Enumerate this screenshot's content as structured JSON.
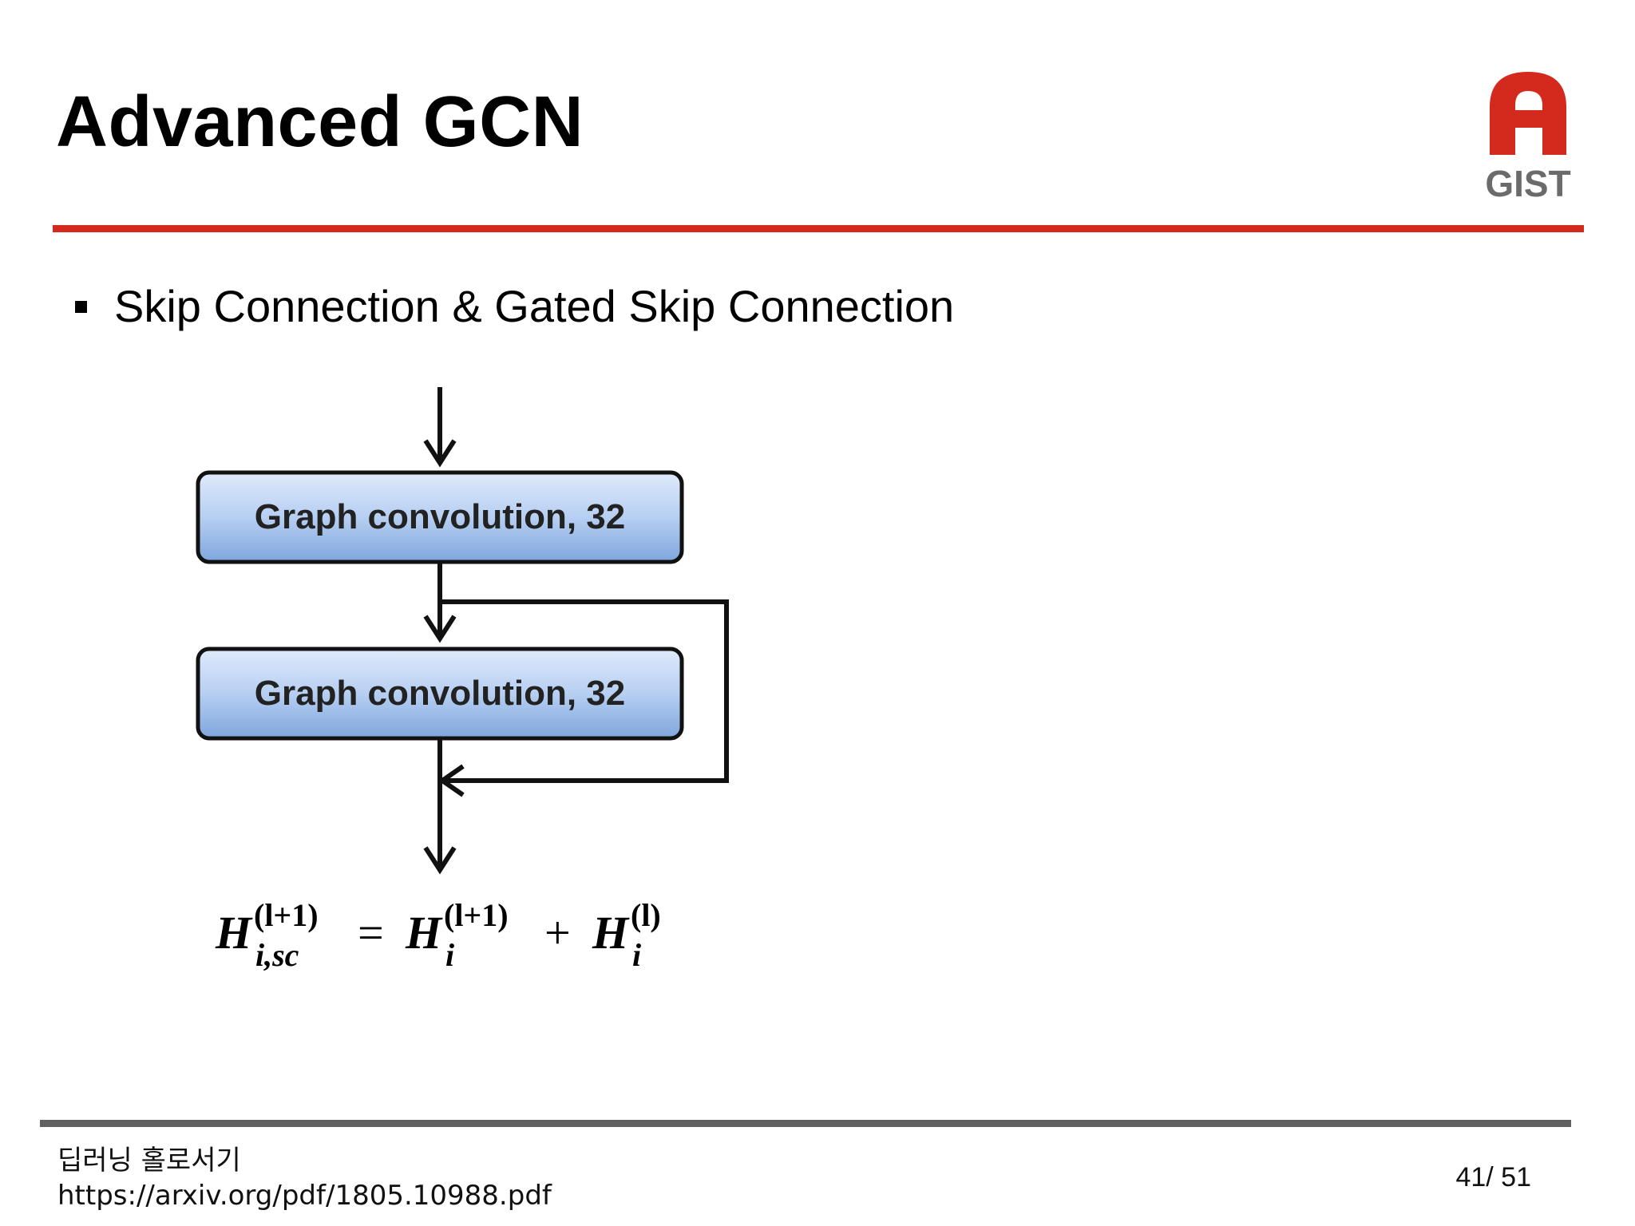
{
  "slide": {
    "title": "Advanced GCN",
    "bullet": "Skip Connection & Gated Skip Connection"
  },
  "logo": {
    "text": "GIST",
    "colors": {
      "mark": "#d42a1e",
      "text": "#6b6b6b"
    }
  },
  "diagram": {
    "box1_label": "Graph convolution, 32",
    "box2_label": "Graph convolution, 32",
    "equation": {
      "lhs_base": "H",
      "lhs_sup": "(l+1)",
      "lhs_sub": "i,sc",
      "eq": "=",
      "term1_base": "H",
      "term1_sup": "(l+1)",
      "term1_sub": "i",
      "plus": "+",
      "term2_base": "H",
      "term2_sup": "(l)",
      "term2_sub": "i"
    },
    "colors": {
      "box_top": "#d9e8fb",
      "box_bottom": "#7fa6dc",
      "stroke": "#111111"
    }
  },
  "footer": {
    "course": "딥러닝 홀로서기",
    "source_url": "https://arxiv.org/pdf/1805.10988.pdf",
    "page_current": "41",
    "page_sep": "/ ",
    "page_total": "51"
  },
  "colors": {
    "accent_rule": "#d42a1e",
    "footer_rule": "#606060"
  }
}
